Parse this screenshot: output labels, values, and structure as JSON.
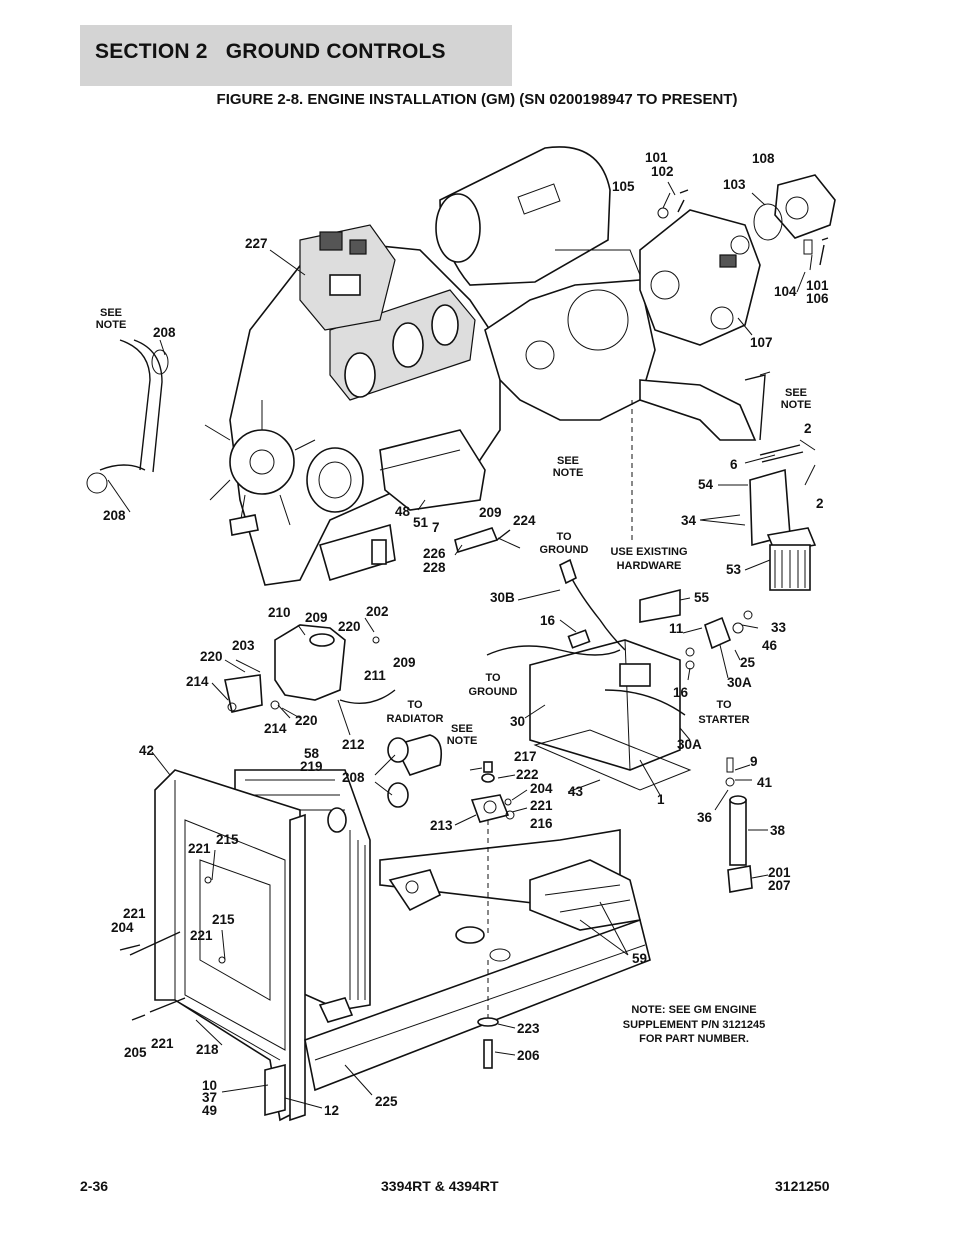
{
  "header": {
    "section": "SECTION 2   GROUND CONTROLS",
    "figure": "FIGURE 2-8. ENGINE INSTALLATION (GM) (SN 0200198947 TO PRESENT)"
  },
  "callouts": {
    "c101a": "101",
    "c102": "102",
    "c105": "105",
    "c108": "108",
    "c103": "103",
    "c104": "104",
    "c101b": "101",
    "c106": "106",
    "c107": "107",
    "c227": "227",
    "c208a": "208",
    "c208b": "208",
    "c208c": "208",
    "c2a": "2",
    "c2b": "2",
    "c6": "6",
    "c54": "54",
    "c34": "34",
    "c53": "53",
    "c48": "48",
    "c51": "51",
    "c7": "7",
    "c209a": "209",
    "c224": "224",
    "c226": "226",
    "c228": "228",
    "c30b": "30B",
    "c16a": "16",
    "c16b": "16",
    "c55": "55",
    "c11": "11",
    "c33": "33",
    "c46": "46",
    "c25": "25",
    "c30aa": "30A",
    "c30ab": "30A",
    "c30": "30",
    "c210": "210",
    "c209b": "209",
    "c202": "202",
    "c220a": "220",
    "c220b": "220",
    "c220c": "220",
    "c203": "203",
    "c214a": "214",
    "c214b": "214",
    "c211": "211",
    "c209c": "209",
    "c212": "212",
    "c42": "42",
    "c58": "58",
    "c219": "219",
    "c217": "217",
    "c222": "222",
    "c204a": "204",
    "c204b": "204",
    "c221a": "221",
    "c221b": "221",
    "c221c": "221",
    "c221d": "221",
    "c221e": "221",
    "c216": "216",
    "c213": "213",
    "c43": "43",
    "c1": "1",
    "c9": "9",
    "c41": "41",
    "c36": "36",
    "c38": "38",
    "c201": "201",
    "c207": "207",
    "c215a": "215",
    "c215b": "215",
    "c59": "59",
    "c223": "223",
    "c206": "206",
    "c205": "205",
    "c218": "218",
    "c10": "10",
    "c37": "37",
    "c49": "49",
    "c12": "12",
    "c225": "225"
  },
  "notes": {
    "see_note": [
      "SEE",
      "NOTE"
    ],
    "to_ground": [
      "TO",
      "GROUND"
    ],
    "use_existing": [
      "USE EXISTING",
      "HARDWARE"
    ],
    "to_radiator": [
      "TO",
      "RADIATOR"
    ],
    "to_starter": [
      "TO",
      "STARTER"
    ],
    "gm_note": [
      "NOTE:  SEE GM ENGINE",
      "SUPPLEMENT P/N 3121245",
      "FOR PART NUMBER."
    ]
  },
  "footer": {
    "page": "2-36",
    "model": "3394RT & 4394RT",
    "doc_number": "3121250"
  }
}
